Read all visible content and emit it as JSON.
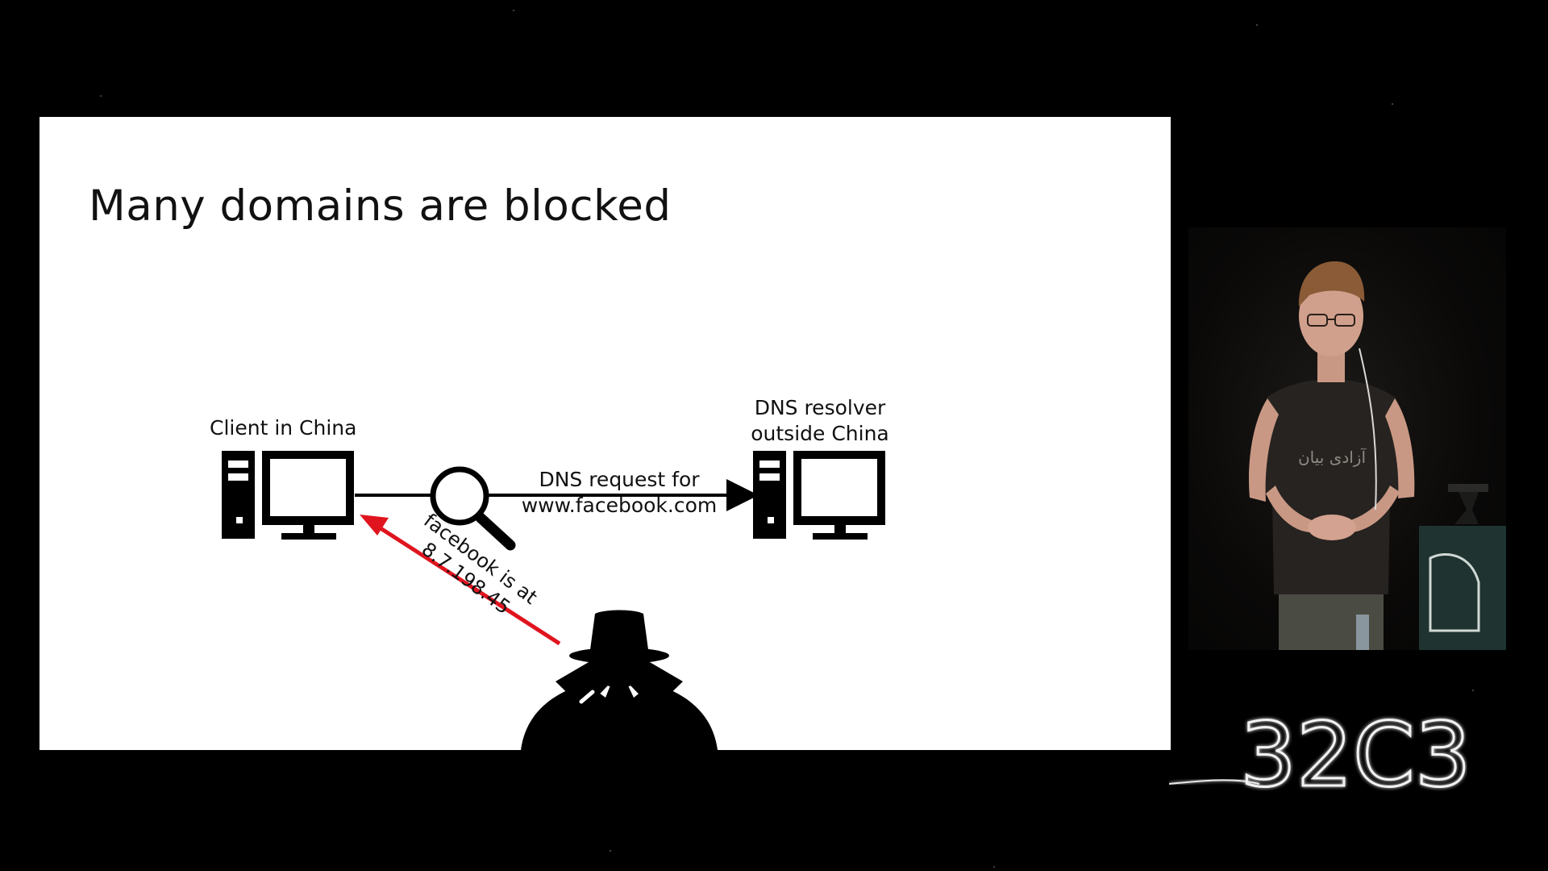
{
  "slide": {
    "title": "Many domains are blocked",
    "client_label": "Client in China",
    "resolver_label_line1": "DNS resolver",
    "resolver_label_line2": "outside China",
    "request_label_line1": "DNS request for",
    "request_label_line2": "www.facebook.com",
    "response_label_line1": "facebook is at",
    "response_label_line2": "8.7.198.45"
  },
  "speaker": {
    "shirt_text": "آزادی بیان"
  },
  "event_logo": {
    "text": "32C3"
  },
  "colors": {
    "slide_background": "#ffffff",
    "screen_background": "#000000",
    "spoofed_response_arrow": "#e0141e",
    "request_arrow": "#000000",
    "logo_glow": "#ffffff"
  }
}
